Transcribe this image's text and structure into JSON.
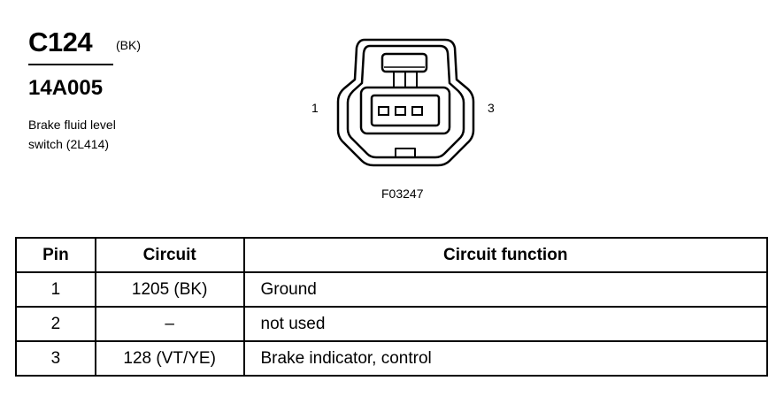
{
  "header": {
    "connector_id": "C124",
    "connector_color": "(BK)",
    "part_number": "14A005",
    "description_lines": [
      "Brake fluid level",
      "switch (2L414)"
    ]
  },
  "diagram": {
    "pin_labels": [
      "1",
      "3"
    ],
    "figure_id": "F03247"
  },
  "table": {
    "headers": [
      "Pin",
      "Circuit",
      "Circuit function"
    ],
    "rows": [
      [
        "1",
        "1205 (BK)",
        "Ground"
      ],
      [
        "2",
        "–",
        "not used"
      ],
      [
        "3",
        "128 (VT/YE)",
        "Brake indicator, control"
      ]
    ]
  }
}
